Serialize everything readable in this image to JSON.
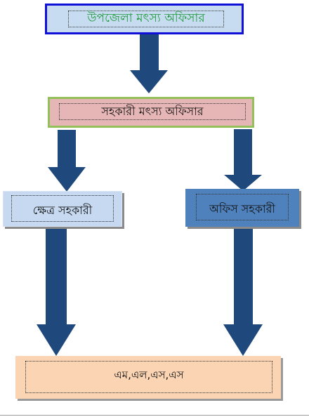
{
  "diagram": {
    "top_box": {
      "label": "উপজেলা মৎস্য অফিসার"
    },
    "middle_box": {
      "label": "সহকারী মৎস্য অফিসার"
    },
    "left_box": {
      "label": "ক্ষেত্র সহকারী"
    },
    "right_box": {
      "label": "অফিস সহকারী"
    },
    "bottom_box": {
      "label": "এম,এল,এস,এস"
    },
    "colors": {
      "arrow": "#1f497d",
      "top_fill": "#c7dcf1",
      "top_border": "#1010d8",
      "top_text": "#1f9a3a",
      "middle_fill": "#e6b6b6",
      "middle_border": "#93c05a",
      "left_fill": "#c6d9f1",
      "right_fill": "#4f81bd",
      "bottom_fill": "#fbd4b4"
    }
  }
}
